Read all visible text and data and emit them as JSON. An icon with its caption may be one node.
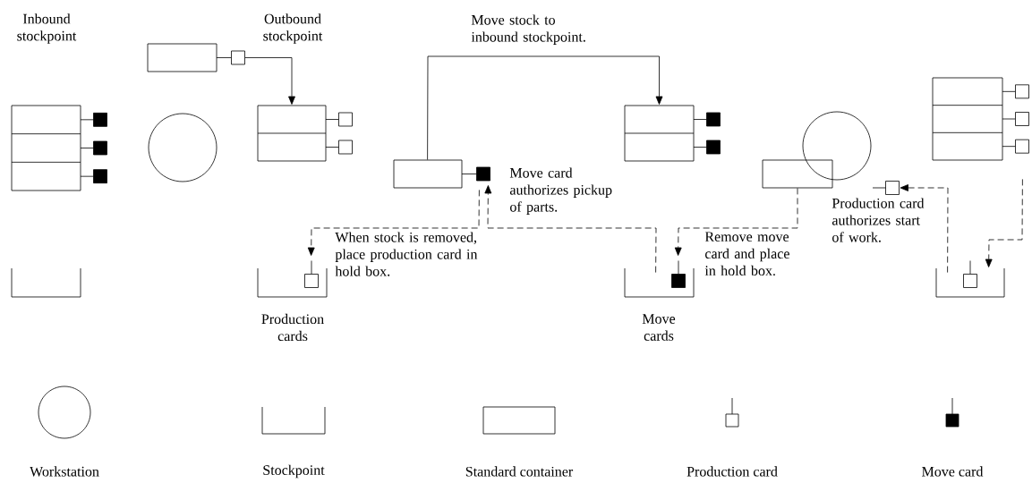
{
  "diagram": {
    "nodes": [
      {
        "text": [
          "Inbound stockpoint"
        ]
      },
      {
        "text": [],
        "shape": "box"
      },
      {
        "text": [],
        "shape": "box"
      },
      {
        "text": [],
        "shape": "box"
      },
      {
        "text": [],
        "shape": "box"
      },
      {
        "text": [],
        "shape": "circle"
      },
      {
        "text": [],
        "shape": "circle"
      },
      {
        "text": [],
        "shape": "box"
      },
      {
        "text": [],
        "shape": "box"
      },
      {
        "text": [],
        "shape": "tray"
      },
      {
        "text": [
          "Production cards"
        ]
      },
      {
        "text": [
          "Move cards"
        ]
      },
      {
        "text": [],
        "shape": "tray"
      },
      {
        "text": [],
        "shape": "box"
      }
    ],
    "edges": [
      {
        "from": 1,
        "to": 2,
        "arrow": "to"
      },
      {
        "from": 3,
        "to": 4,
        "arrow": "to",
        "label": "Move stock to inbound stockpoint."
      },
      {
        "from": 3,
        "to": 10,
        "arrow": "to",
        "style": "dashed",
        "label": "When stock is removed, place production card in hold box."
      },
      {
        "from": 11,
        "to": 3,
        "arrow": "to",
        "style": "dashed",
        "label": "Move card authorizes pickup of parts."
      },
      {
        "from": 7,
        "to": 11,
        "arrow": "to",
        "style": "dashed",
        "label": "Remove move card and place in hold box."
      },
      {
        "from": 12,
        "to": 13,
        "arrow": "to",
        "style": "dashed",
        "label": "Production card authorizes start of work."
      },
      {
        "from": 8,
        "to": 12,
        "arrow": "to",
        "style": "dashed"
      }
    ],
    "labels": [
      "Outbound stockpoint"
    ],
    "legend": [
      {
        "text": "Workstation"
      },
      {
        "text": "Stockpoint"
      },
      {
        "text": "Standard container"
      },
      {
        "text": "Production card"
      },
      {
        "text": "Move card"
      }
    ]
  }
}
